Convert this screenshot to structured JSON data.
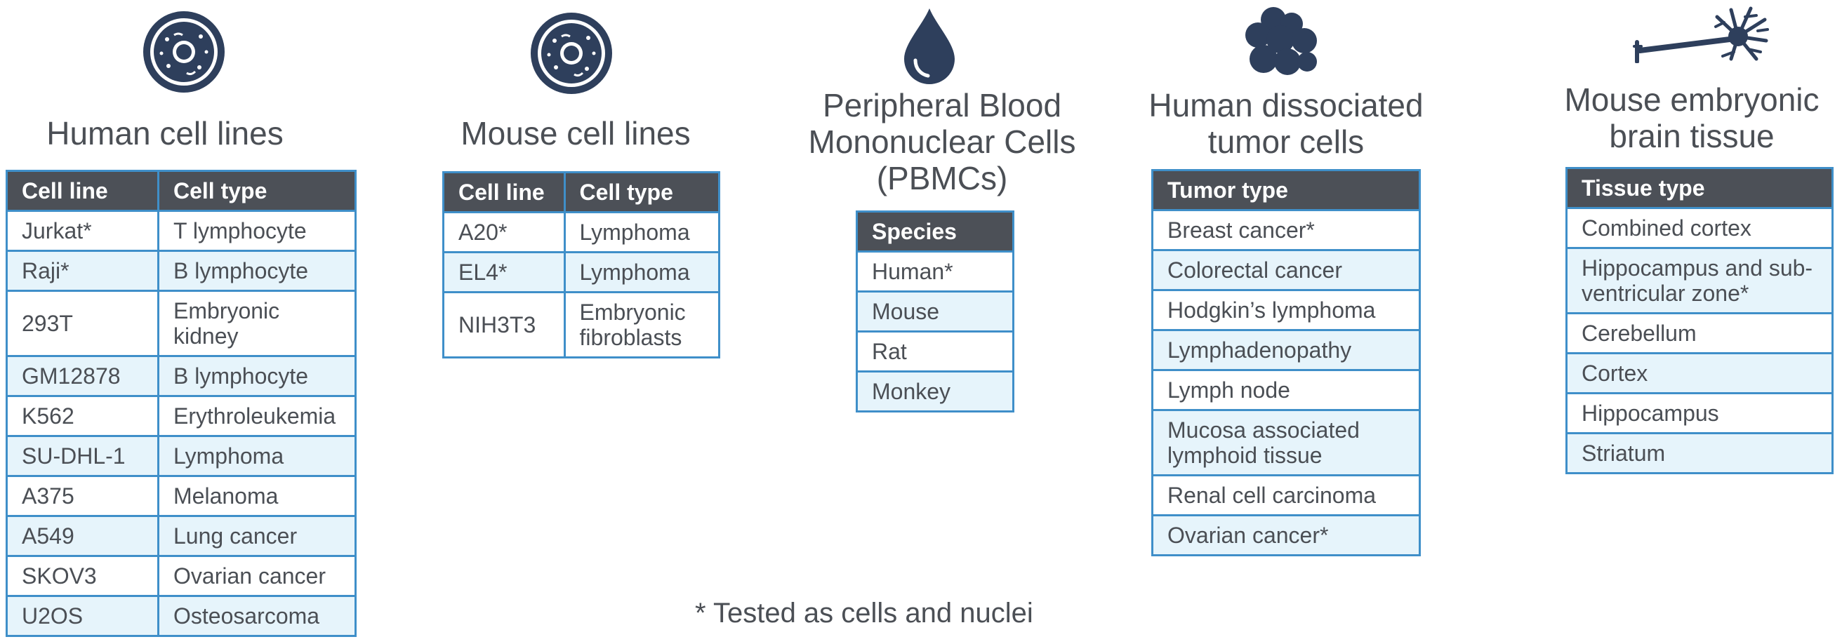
{
  "colors": {
    "header_bg": "#4c5057",
    "border": "#3f8fc9",
    "alt_row": "#e6f4fb",
    "icon": "#2e3f5c",
    "text": "#4b4f55"
  },
  "human_cell_lines": {
    "icon": "cell-icon",
    "title": "Human cell lines",
    "headers": [
      "Cell line",
      "Cell type"
    ],
    "rows": [
      [
        "Jurkat*",
        "T lymphocyte"
      ],
      [
        "Raji*",
        "B lymphocyte"
      ],
      [
        "293T",
        "Embryonic kidney"
      ],
      [
        "GM12878",
        "B lymphocyte"
      ],
      [
        "K562",
        "Erythroleukemia"
      ],
      [
        "SU-DHL-1",
        "Lymphoma"
      ],
      [
        "A375",
        "Melanoma"
      ],
      [
        "A549",
        "Lung cancer"
      ],
      [
        "SKOV3",
        "Ovarian cancer"
      ],
      [
        "U2OS",
        "Osteosarcoma"
      ]
    ]
  },
  "mouse_cell_lines": {
    "icon": "cell-icon",
    "title": "Mouse cell lines",
    "headers": [
      "Cell line",
      "Cell type"
    ],
    "rows": [
      [
        "A20*",
        "Lymphoma"
      ],
      [
        "EL4*",
        "Lymphoma"
      ],
      [
        "NIH3T3",
        "Embryonic fibroblasts"
      ]
    ]
  },
  "pbmc": {
    "icon": "blood-drop-icon",
    "title_lines": [
      "Peripheral Blood",
      "Mononuclear Cells",
      "(PBMCs)"
    ],
    "header": "Species",
    "rows": [
      "Human*",
      "Mouse",
      "Rat",
      "Monkey"
    ]
  },
  "tumor": {
    "icon": "tumor-cluster-icon",
    "title_lines": [
      "Human dissociated",
      "tumor cells"
    ],
    "header": "Tumor type",
    "rows": [
      "Breast cancer*",
      "Colorectal cancer",
      "Hodgkin’s lymphoma",
      "Lymphadenopathy",
      "Lymph node",
      "Mucosa associated lymphoid tissue",
      "Renal cell carcinoma",
      "Ovarian cancer*"
    ]
  },
  "brain": {
    "icon": "neuron-icon",
    "title_lines": [
      "Mouse embryonic",
      "brain tissue"
    ],
    "header": "Tissue type",
    "rows": [
      "Combined cortex",
      "Hippocampus and sub-ventricular zone*",
      "Cerebellum",
      "Cortex",
      "Hippocampus",
      "Striatum"
    ]
  },
  "footnote": "* Tested as cells and nuclei"
}
